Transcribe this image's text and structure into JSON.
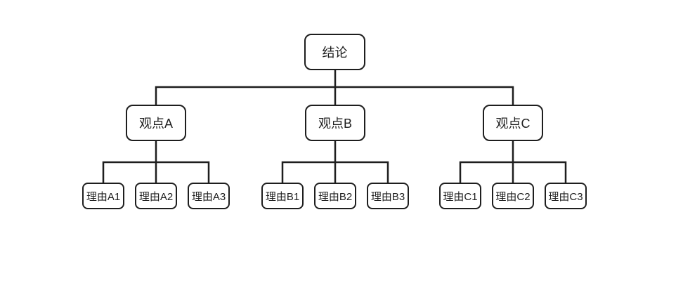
{
  "diagram": {
    "type": "tree",
    "root": {
      "label": "结论"
    },
    "branches": [
      {
        "label": "观点A",
        "children": [
          {
            "label": "理由A1"
          },
          {
            "label": "理由A2"
          },
          {
            "label": "理由A3"
          }
        ]
      },
      {
        "label": "观点B",
        "children": [
          {
            "label": "理由B1"
          },
          {
            "label": "理由B2"
          },
          {
            "label": "理由B3"
          }
        ]
      },
      {
        "label": "观点C",
        "children": [
          {
            "label": "理由C1"
          },
          {
            "label": "理由C2"
          },
          {
            "label": "理由C3"
          }
        ]
      }
    ],
    "colors": {
      "stroke": "#1e1e1e",
      "text": "#1e1e1e",
      "node_fill": "#ffffff",
      "canvas_bg": "#ffffff"
    }
  }
}
